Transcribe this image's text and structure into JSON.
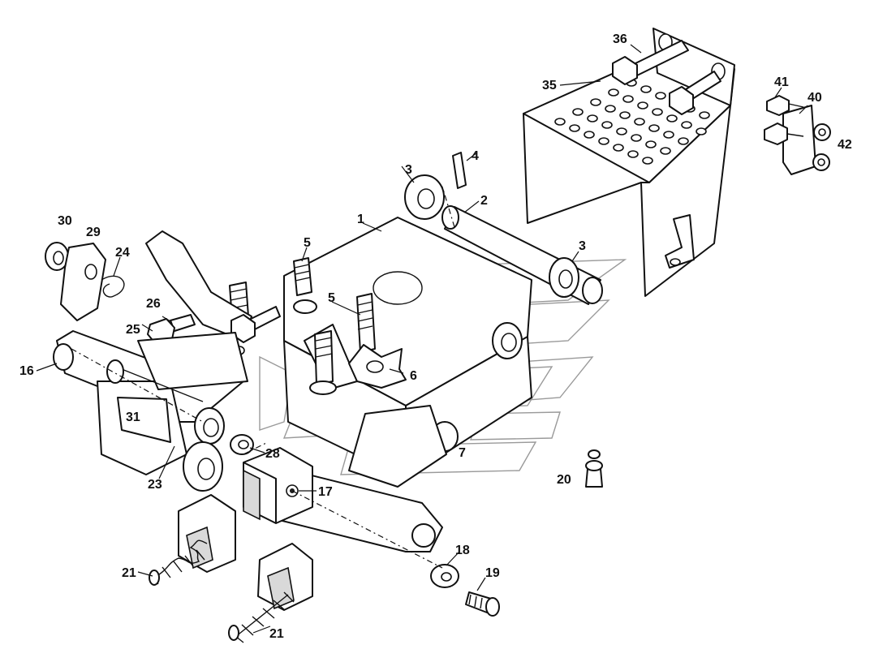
{
  "callouts": {
    "c1": "1",
    "c2": "2",
    "c3a": "3",
    "c3b": "3",
    "c4": "4",
    "c5a": "5",
    "c5b": "5",
    "c6": "6",
    "c7": "7",
    "c16": "16",
    "c17": "17",
    "c18": "18",
    "c19": "19",
    "c20": "20",
    "c21a": "21",
    "c21b": "21",
    "c23": "23",
    "c24": "24",
    "c25": "25",
    "c26": "26",
    "c28": "28",
    "c29": "29",
    "c30": "30",
    "c31": "31",
    "c35": "35",
    "c36": "36",
    "c40": "40",
    "c41": "41",
    "c42": "42"
  },
  "colors": {
    "line": "#111111",
    "background": "#ffffff",
    "watermark": "#9a9a9a"
  }
}
